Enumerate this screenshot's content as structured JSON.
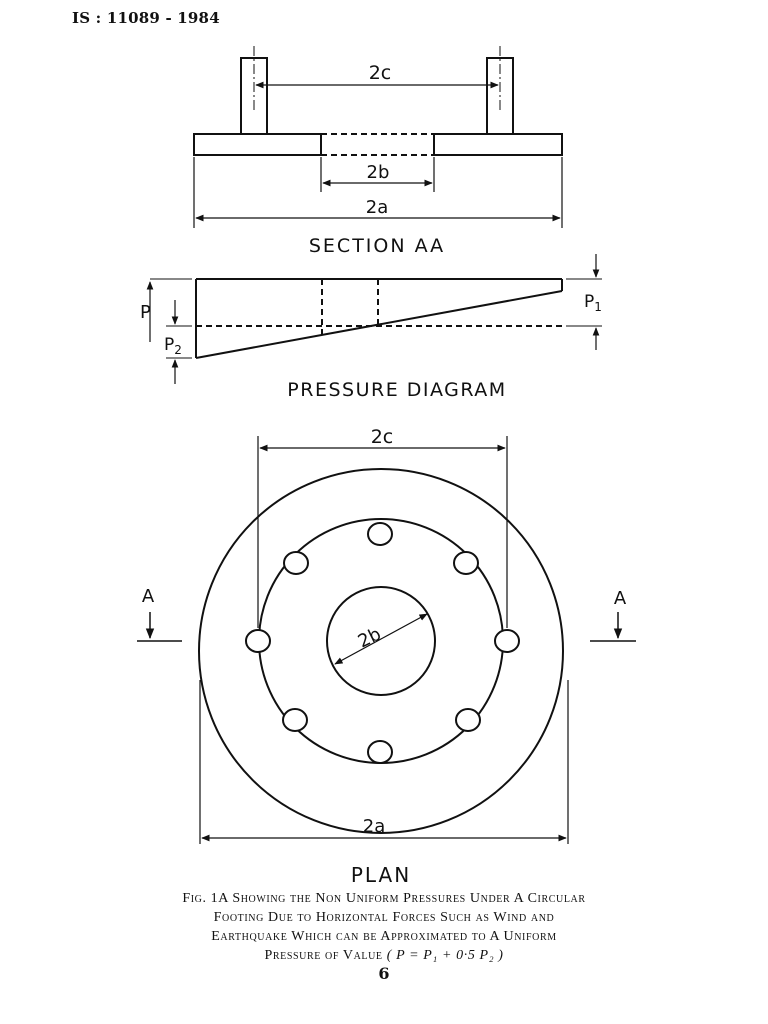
{
  "header": {
    "standard": "IS : 11089 - 1984"
  },
  "section_view": {
    "title": "SECTION AA",
    "dim_column_spacing": "2c",
    "dim_inner_diameter": "2b",
    "dim_outer_diameter": "2a"
  },
  "pressure_diagram": {
    "title": "PRESSURE DIAGRAM",
    "label_p": "P",
    "label_p1": "P",
    "label_p1_sub": "1",
    "label_p2": "P",
    "label_p2_sub": "2"
  },
  "plan_view": {
    "title": "PLAN",
    "dim_column_spacing": "2c",
    "dim_inner_diameter": "2b",
    "dim_outer_diameter": "2a",
    "section_mark_left": "A",
    "section_mark_right": "A"
  },
  "caption": {
    "line1": "Fig. 1A   Showing the Non Uniform Pressures Under A Circular",
    "line2": "Footing Due to Horizontal Forces Such as Wind and",
    "line3": "Earthquake Which can be Approximated to A Uniform",
    "line4_text": "Pressure of Value",
    "line4_formula": "( P = P₁ + 0·5 P₂ )"
  },
  "page_number": "6"
}
